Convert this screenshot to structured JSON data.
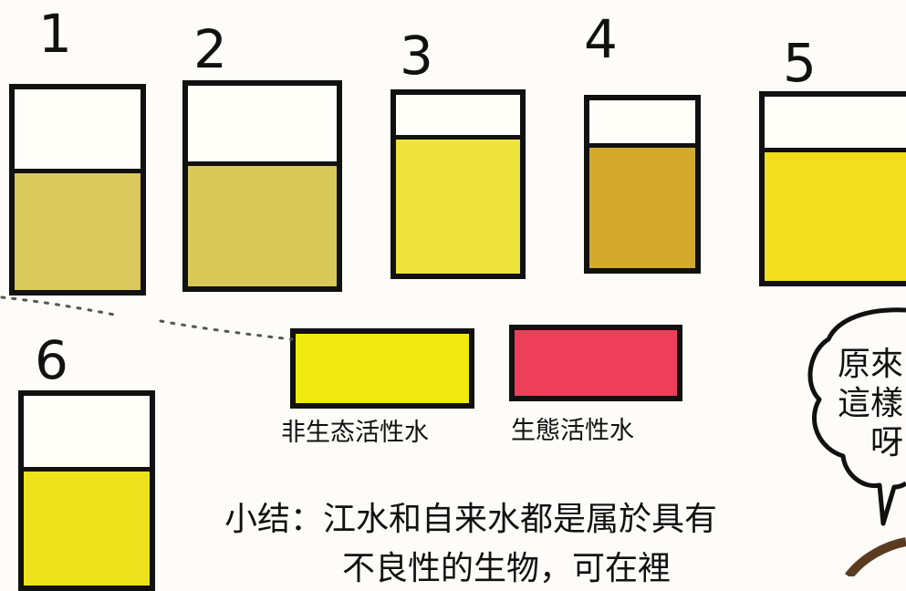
{
  "beakers": [
    {
      "label": "1",
      "fill_fraction": 0.58,
      "color": "#d9c95c"
    },
    {
      "label": "2",
      "fill_fraction": 0.6,
      "color": "#d8c858"
    },
    {
      "label": "3",
      "fill_fraction": 0.75,
      "color": "#eee33a"
    },
    {
      "label": "4",
      "fill_fraction": 0.72,
      "color": "#d4aa2e"
    },
    {
      "label": "5",
      "fill_fraction": 0.7,
      "color": "#f2de1c"
    },
    {
      "label": "6",
      "fill_fraction": 0.6,
      "color": "#eee21c"
    }
  ],
  "legend": [
    {
      "label": "非生态活性水",
      "color": "#f1ea12"
    },
    {
      "label": "生態活性水",
      "color": "#ee3f5a"
    }
  ],
  "summary": {
    "line1": "小结：江水和自来水都是属於具有",
    "line2": "不良性的生物，可在裡"
  },
  "speech_bubble": {
    "line1": "原來",
    "line2": "這樣",
    "line3": "呀"
  }
}
